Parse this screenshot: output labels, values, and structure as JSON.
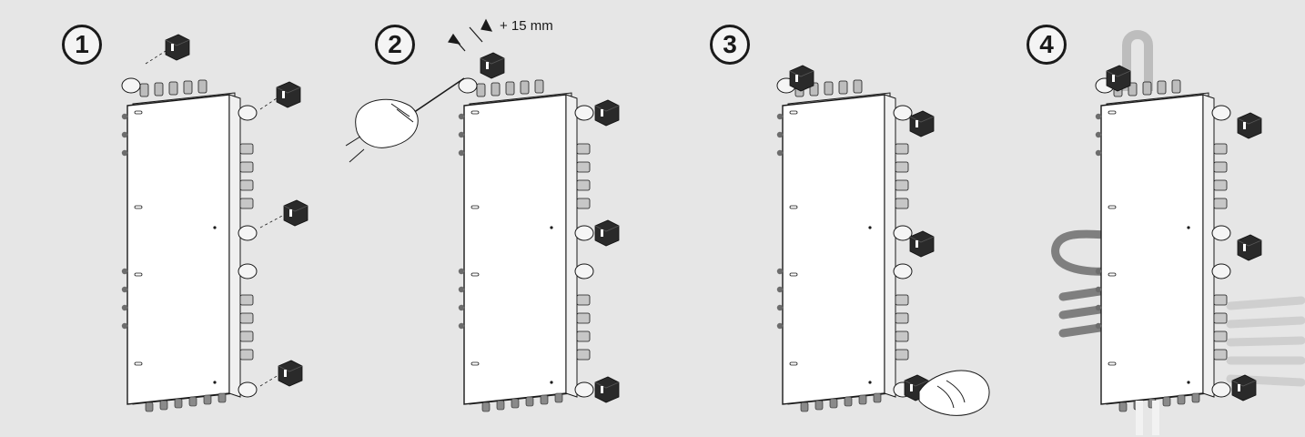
{
  "steps": [
    {
      "number": "1"
    },
    {
      "number": "2"
    },
    {
      "number": "3"
    },
    {
      "number": "4"
    }
  ],
  "dimension_label": "+ 15 mm",
  "colors": {
    "background": "#e6e6e6",
    "device_body": "#ffffff",
    "outline": "#1a1a1a",
    "cap": "#2a2a2a",
    "cable": "#8c8c8c"
  }
}
